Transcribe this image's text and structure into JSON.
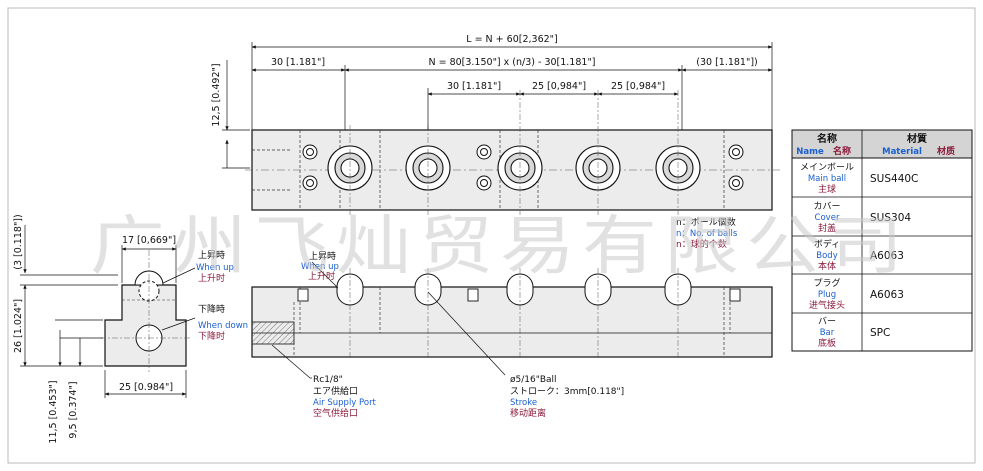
{
  "watermark": "广州飞灿贸易有限公司",
  "dimensions": {
    "overall_length": "L = N + 60[2,362\"]",
    "left_end": "30 [1.181\"]",
    "pitch_formula": "N = 80[3.150\"] x (n/3) - 30[1.181\"]",
    "right_end": "(30 [1.181\"])",
    "first_ball_pitch": "30 [1.181\"]",
    "ball_pitch_1": "25 [0,984\"]",
    "ball_pitch_2": "25 [0,984\"]",
    "top_height": "12,5 [0.492\"]",
    "side_top_offset": "(3 [0.118\"])",
    "side_width_top": "17 [0,669\"]",
    "side_height": "26 [1.024\"]",
    "side_lower_1": "11,5 [0.453\"]",
    "side_lower_2": "9,5 [0.374\"]",
    "side_width_bottom": "25 [0.984\"]"
  },
  "callouts": {
    "n_note": {
      "jp": "n：ボール個数",
      "en": "n：No. of balls",
      "cn": "n：球的个数"
    },
    "side_up": {
      "jp": "上昇時",
      "en": "When up",
      "cn": "上升时"
    },
    "side_down": {
      "jp": "下降時",
      "en": "When down",
      "cn": "下降时"
    },
    "front_up": {
      "jp": "上昇時",
      "en": "When up",
      "cn": "上升时"
    },
    "air_port": {
      "size": "Rc1/8\"",
      "jp": "エア供給口",
      "en": "Air Supply Port",
      "cn": "空气供给口"
    },
    "ball": {
      "size": "ø5/16\"Ball",
      "jp": "ストローク：3mm[0.118\"]",
      "en": "Stroke",
      "cn": "移动距离"
    }
  },
  "table": {
    "header": {
      "name_jp": "名称",
      "name_en": "Name",
      "name_cn": "名称",
      "material_jp": "材質",
      "material_en": "Material",
      "material_cn": "材质"
    },
    "rows": [
      {
        "jp": "メインボール",
        "en": "Main ball",
        "cn": "主球",
        "material": "SUS440C"
      },
      {
        "jp": "カバー",
        "en": "Cover",
        "cn": "封盖",
        "material": "SUS304"
      },
      {
        "jp": "ボディ",
        "en": "Body",
        "cn": "本体",
        "material": "A6063"
      },
      {
        "jp": "プラグ",
        "en": "Plug",
        "cn": "进气接头",
        "material": "A6063"
      },
      {
        "jp": "バー",
        "en": "Bar",
        "cn": "底板",
        "material": "SPC"
      }
    ]
  },
  "colors": {
    "line": "#111111",
    "part_fill": "#e9e9e9",
    "table_header": "#d4d4d4",
    "english_blue": "#1a5fd0",
    "chinese_red": "#8a1a3a"
  }
}
